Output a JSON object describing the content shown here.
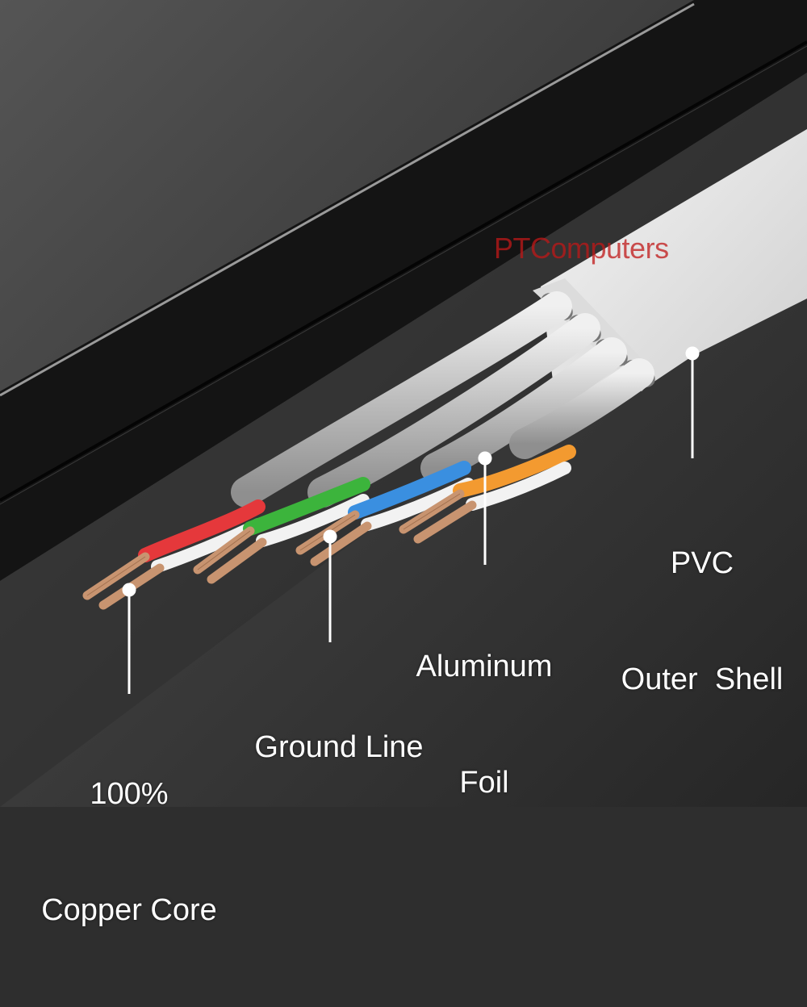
{
  "watermark": {
    "text": "PTComputers",
    "color": "#c01818"
  },
  "callouts": [
    {
      "id": "pvc",
      "line1": "PVC",
      "line2": "Outer  Shell"
    },
    {
      "id": "foil",
      "line1": "Aluminum",
      "line2": "Foil"
    },
    {
      "id": "ground",
      "line1": "Ground Line"
    },
    {
      "id": "copper",
      "line1": "100%",
      "line2": "Copper Core"
    }
  ],
  "colors": {
    "background": "#2e2e2e",
    "cable_band_dark": "#111111",
    "outer_shell": "#e6e6e6",
    "foil": "#cfcfcf",
    "wire_red": "#e5383b",
    "wire_green": "#3cb43c",
    "wire_blue": "#3a8fe0",
    "wire_orange": "#f39a30",
    "copper": "#c89470",
    "label_text": "#ffffff"
  },
  "wire_pairs": [
    "red",
    "green",
    "blue",
    "orange"
  ]
}
